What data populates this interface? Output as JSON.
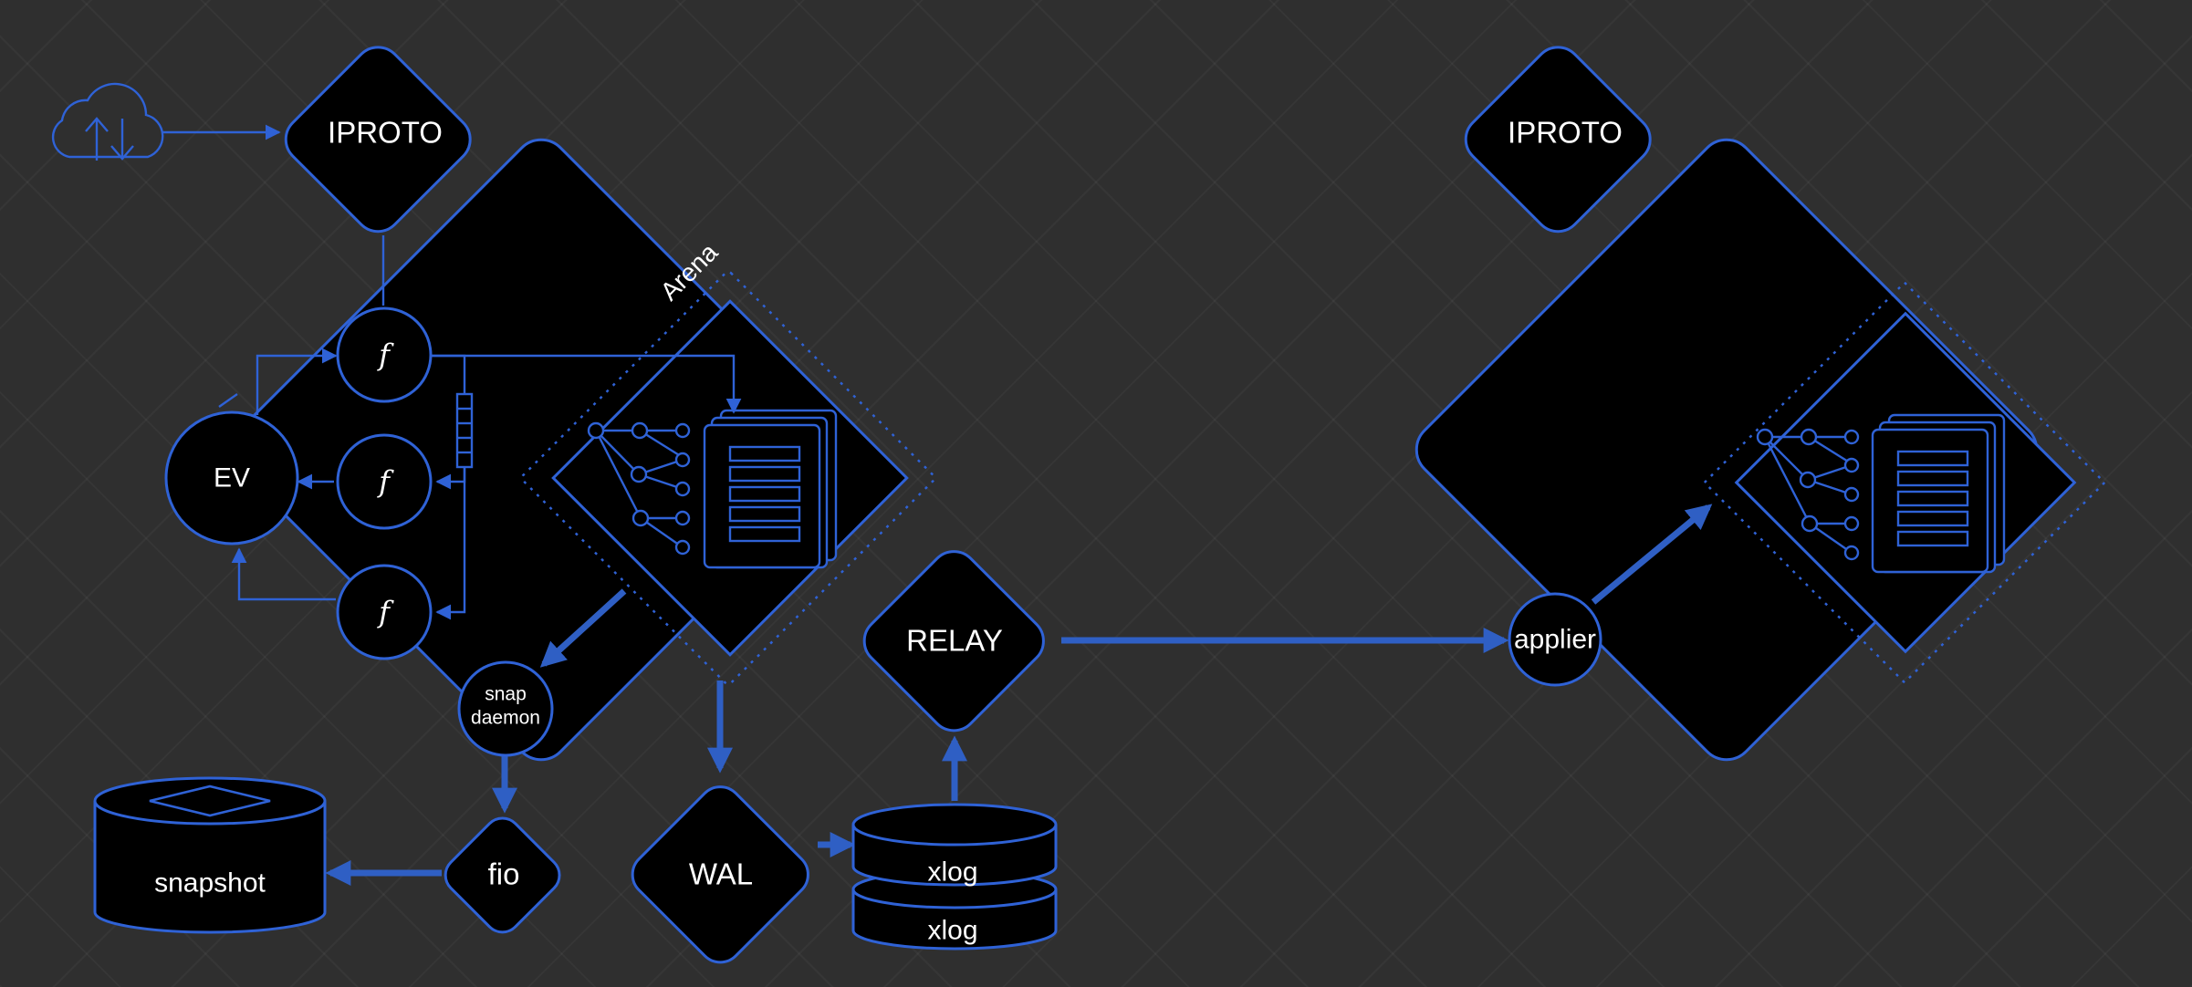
{
  "labels": {
    "iproto_left": "IPROTO",
    "iproto_right": "IPROTO",
    "arena": "Arena",
    "ev": "EV",
    "fiber_1": "f",
    "fiber_2": "f",
    "fiber_3": "f",
    "snap_daemon_line1": "snap",
    "snap_daemon_line2": "daemon",
    "fio": "fio",
    "wal": "WAL",
    "relay": "RELAY",
    "xlog_1": "xlog",
    "xlog_2": "xlog",
    "snapshot": "snapshot",
    "applier": "applier"
  },
  "icons": {
    "network": "cloud-upload-download-icon",
    "index_tree": "tree-icon",
    "data_pages": "table-pages-icon"
  },
  "colors": {
    "background": "#2f2f2f",
    "shape_fill": "#000000",
    "accent": "#2f62d6",
    "text": "#ffffff"
  }
}
